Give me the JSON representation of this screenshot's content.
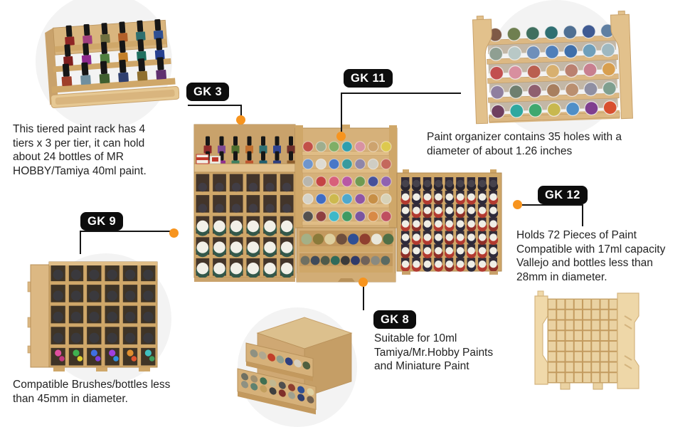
{
  "colors": {
    "accent": "#f7941e",
    "badge_bg": "#0d0d0d",
    "badge_text": "#ffffff",
    "line": "#151515",
    "text": "#232323",
    "backdrop": "#f3f3f3",
    "wood": "#d3ad75",
    "wood_light": "#ead2a2"
  },
  "callouts": {
    "gk3": {
      "label": "GK 3",
      "description": "This tiered paint rack has 4\ntiers x 3 per tier, it can hold\nabout 24 bottles of MR\nHOBBY/Tamiya 40ml paint."
    },
    "gk11": {
      "label": "GK 11",
      "description": "Paint organizer contains 35 holes with a\ndiameter of about 1.26 inches"
    },
    "gk9": {
      "label": "GK 9",
      "description": "Compatible Brushes/bottles less\nthan 45mm in diameter."
    },
    "gk12": {
      "label": "GK 12",
      "description": "Holds 72 Pieces of Paint\nCompatible with 17ml capacity\nVallejo and bottles less than\n28mm in diameter."
    },
    "gk8": {
      "label": "GK 8",
      "description": "Suitable for 10ml\nTamiya/Mr.Hobby Paints\nand Miniature Paint"
    }
  },
  "illustrations": {
    "gk3_row1": [
      [
        "#8f2525",
        "#a23f7f",
        "#6f6f3f",
        "#b25f2a",
        "#2f6f6f",
        "#2f4f92"
      ]
    ],
    "gk3_row2": [
      [
        "#7f1f1f",
        "#8f2a8f",
        "#4f7f3f",
        "#c27f2a",
        "#1f6f5f",
        "#27408f"
      ]
    ],
    "gk3_row3": [
      [
        "#9f3f2a",
        "#6f8f9f",
        "#3f5f2f",
        "#2f3f6f",
        "#8f6f2f",
        "#5f2f6f"
      ]
    ],
    "gk11_rows": [
      [
        "#7f5a46",
        "#6f7f50",
        "#3f6f5f",
        "#2f6f72",
        "#4f6f92",
        "#3f5a92",
        "#5f7fa2"
      ],
      [
        "#8f9f92",
        "#b8c8c6",
        "#6f8fba",
        "#4f7fba",
        "#3f6faa",
        "#6f9fba",
        "#9fb8c0"
      ],
      [
        "#c24f4f",
        "#d88f9f",
        "#ba5f4f",
        "#d8b06f",
        "#ba806f",
        "#c87f8f",
        "#d89f4f"
      ],
      [
        "#8f7f9f",
        "#6f7f6f",
        "#8f5f6f",
        "#a87f5f",
        "#ba8f6f",
        "#8f8fa2",
        "#7f9f8f"
      ],
      [
        "#6f3f5f",
        "#2fa8a0",
        "#3fa86f",
        "#c8b84f",
        "#4f8fc8",
        "#7f3f8f",
        "#d84f2f"
      ]
    ],
    "comp_top_bottles": [
      [
        "#8f2a2a",
        "#7f4a92",
        "#4f6f2f",
        "#c06f2f",
        "#2f6f72",
        "#2f4492",
        "#6f2f2a"
      ],
      [
        "#b23f3f",
        "#8f2f8f",
        "#3f7f5f",
        "#bf552f",
        "#1f5f6f",
        "#2f3f7f",
        "#8f5f2f"
      ]
    ],
    "comp_left_dark": [
      [
        "#413d44",
        "#413d44",
        "#413d44",
        "#413d44",
        "#413d44",
        "#413d44"
      ],
      [
        "#413d44",
        "#413d44",
        "#413d44",
        "#413d44",
        "#413d44",
        "#413d44"
      ]
    ],
    "comp_left_bodies": [
      [
        "#33584a",
        "#33584a",
        "#33584a",
        "#33584a",
        "#33584a",
        "#33584a"
      ],
      [
        "#33584a",
        "#33584a",
        "#33584a",
        "#33584a",
        "#33584a",
        "#33584a"
      ],
      [
        "#33584a",
        "#33584a",
        "#33584a",
        "#33584a",
        "#33584a",
        "#33584a"
      ]
    ],
    "comp_left_white": [
      [
        "#f2f0e8",
        "#f2f0e8",
        "#f2f0e8",
        "#f2f0e8",
        "#f2f0e8",
        "#f2f0e8"
      ],
      [
        "#f2f0e8",
        "#f2f0e8",
        "#f2f0e8",
        "#f2f0e8",
        "#f2f0e8",
        "#f2f0e8"
      ],
      [
        "#f2f0e8",
        "#f2f0e8",
        "#f2f0e8",
        "#f2f0e8",
        "#f2f0e8",
        "#f2f0e8"
      ]
    ],
    "comp_mid_rows": [
      [
        "#c25048",
        "#9fae8e",
        "#7fae66",
        "#2f9eae",
        "#d892a2",
        "#cda36e",
        "#ddc94e"
      ],
      [
        "#6f95cc",
        "#dedbd2",
        "#4878c8",
        "#389a9e",
        "#8f86a8",
        "#cfcdc4",
        "#c4685c"
      ],
      [
        "#b8b6ae",
        "#c44444",
        "#d8607a",
        "#b858a4",
        "#6f9a52",
        "#46519a",
        "#8f62b0"
      ],
      [
        "#d6d4ca",
        "#3f6cc4",
        "#cdb94e",
        "#4fa8cc",
        "#8f55a4",
        "#c78f46",
        "#d8d2b8"
      ],
      [
        "#53504e",
        "#8f3f3f",
        "#3fb8c8",
        "#3f9a62",
        "#7a55a0",
        "#d88a46",
        "#bf4f5f"
      ]
    ],
    "comp_drawer1": [
      [
        "#a4b086",
        "#8a7a3a",
        "#decf9f",
        "#6f4f3d",
        "#2f4f94",
        "#8f3f2f",
        "#e8e6da",
        "#4f6f46"
      ]
    ],
    "comp_drawer2": [
      [
        "#6f7062",
        "#3f4a5a",
        "#4f5a4a",
        "#2f6a5a",
        "#3a3a3a",
        "#2f3a6a",
        "#6f625a",
        "#8a8a80",
        "#5a6a62"
      ]
    ],
    "comp_right_caps": [
      [
        "#46424c",
        "#46424c",
        "#46424c",
        "#46424c",
        "#46424c",
        "#46424c",
        "#46424c",
        "#46424c",
        "#46424c"
      ],
      [
        "#f0eee6",
        "#f0eee6",
        "#f0eee6",
        "#f0eee6",
        "#f0eee6",
        "#f0eee6",
        "#f0eee6",
        "#f0eee6",
        "#f0eee6"
      ],
      [
        "#f0eee6",
        "#f0eee6",
        "#f0eee6",
        "#f0eee6",
        "#f0eee6",
        "#f0eee6",
        "#f0eee6",
        "#f0eee6",
        "#f0eee6"
      ],
      [
        "#f0eee6",
        "#f0eee6",
        "#f0eee6",
        "#f0eee6",
        "#f0eee6",
        "#f0eee6",
        "#f0eee6",
        "#f0eee6",
        "#f0eee6"
      ],
      [
        "#f0eee6",
        "#f0eee6",
        "#f0eee6",
        "#f0eee6",
        "#f0eee6",
        "#f0eee6",
        "#f0eee6",
        "#f0eee6",
        "#f0eee6"
      ],
      [
        "#f0eee6",
        "#f0eee6",
        "#f0eee6",
        "#f0eee6",
        "#f0eee6",
        "#f0eee6",
        "#f0eee6",
        "#f0eee6",
        "#f0eee6"
      ],
      [
        "#f0eee6",
        "#f0eee6",
        "#f0eee6",
        "#f0eee6",
        "#f0eee6",
        "#f0eee6",
        "#f0eee6",
        "#f0eee6",
        "#f0eee6"
      ]
    ],
    "comp_right_bodies": [
      [
        "#28242e",
        "#28242e",
        "#28242e",
        "#28242e",
        "#28242e",
        "#28242e",
        "#28242e",
        "#28242e",
        "#28242e"
      ],
      [
        "#b23a30",
        "#2e2a3a",
        "#b23a30",
        "#6f2f2a",
        "#2e2a3a",
        "#b23a30",
        "#b23a30",
        "#2e2a3a",
        "#b23a30"
      ],
      [
        "#2e2a3a",
        "#b23a30",
        "#8f2f28",
        "#b23a30",
        "#2e2a3a",
        "#8f2f28",
        "#2e2a3a",
        "#b23a30",
        "#2e2a3a"
      ],
      [
        "#b23a30",
        "#8f2f28",
        "#2e2a3a",
        "#b23a30",
        "#b23a30",
        "#2e2a3a",
        "#8f2f28",
        "#b23a30",
        "#8f2f28"
      ],
      [
        "#2e2a3a",
        "#b23a30",
        "#b23a30",
        "#2e2a3a",
        "#8f2f28",
        "#b23a30",
        "#2e2a3a",
        "#8f2f28",
        "#b23a30"
      ],
      [
        "#8f2f28",
        "#2e2a3a",
        "#b23a30",
        "#8f2f28",
        "#b23a30",
        "#2e2a3a",
        "#b23a30",
        "#b23a30",
        "#2e2a3a"
      ],
      [
        "#b23a30",
        "#b23a30",
        "#2e2a3a",
        "#b23a30",
        "#8f2f28",
        "#b23a30",
        "#2e2a3a",
        "#b23a30",
        "#8f2f28"
      ]
    ],
    "gk9_bottles": [
      [
        "#3a393d",
        "#3a393d",
        "#3a393d",
        "#3a393d",
        "#3a393d",
        "#3a393d"
      ],
      [
        "#3a393d",
        "#3a393d",
        "#3a393d",
        "#3a393d",
        "#3a393d",
        "#3a393d"
      ],
      [
        "#3a393d",
        "#3a393d",
        "#3a393d",
        "#3a393d",
        "#3a393d",
        "#3a393d"
      ],
      [
        "#3a393d",
        "#3a393d",
        "#3a393d",
        "#3a393d",
        "#3a393d",
        "#3a393d"
      ]
    ],
    "gk9_markers": [
      [
        "#e04f9f",
        "#3fb04f",
        "#3f6fe0",
        "#9f3fe0",
        "#e08f2f",
        "#3fc0c0"
      ]
    ],
    "gk9_markers2": [
      [
        "#c2387f",
        "#e0d02f",
        "#7f3fe0",
        "#2f8fe0",
        "#e0552f",
        "#3f9f5f"
      ]
    ],
    "gk8_drawer1": [
      [
        "#8f9182",
        "#b0a890",
        "#c23f2a",
        "#8f9f8f",
        "#2f3f7f",
        "#d8d0c0",
        "#4f5f3f"
      ]
    ],
    "gk8_drawer2": [
      [
        "#6f7062",
        "#9f8f6f",
        "#3f6f52",
        "#c2b890",
        "#4f4f4f",
        "#8f3f2f",
        "#2f4f94",
        "#decf9f"
      ],
      [
        "#8f9182",
        "#5f8270",
        "#c29f5f",
        "#3f3f3f",
        "#7f2f2a",
        "#9fa190",
        "#2f3f6f",
        "#6f5f4f"
      ]
    ]
  }
}
